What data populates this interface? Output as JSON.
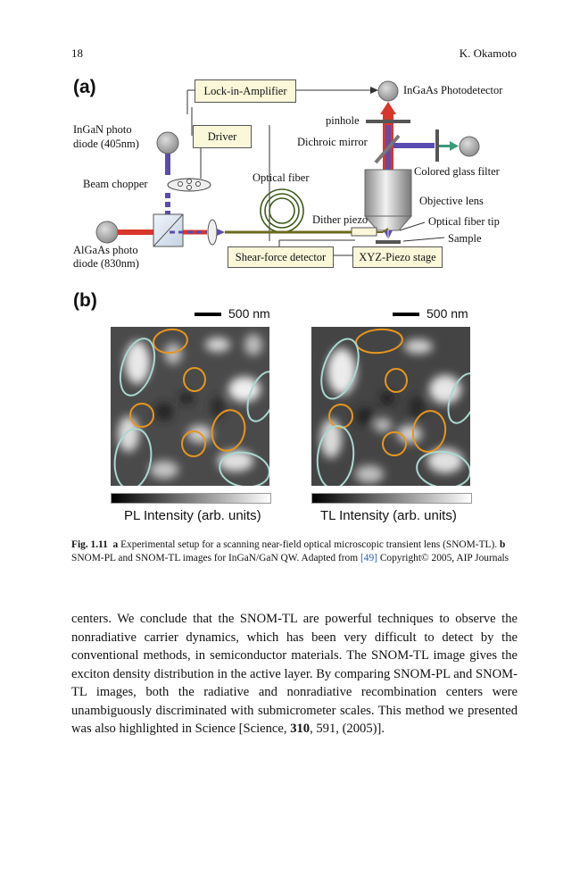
{
  "header": {
    "page_number": "18",
    "author": "K. Okamoto"
  },
  "figure": {
    "panel_a": {
      "letter": "(a)",
      "boxes": {
        "lock_in": "Lock-in-Amplifier",
        "driver": "Driver",
        "shear_force": "Shear-force detector",
        "xyz_stage": "XYZ-Piezo stage"
      },
      "labels": {
        "ingaas": "InGaAs Photodetector",
        "pinhole": "pinhole",
        "dichroic": "Dichroic mirror",
        "colored_filter": "Colored glass filter",
        "objective": "Objective lens",
        "fiber_tip": "Optical fiber tip",
        "sample": "Sample",
        "optical_fiber": "Optical fiber",
        "dither": "Dither piezo",
        "ingan_line1": "InGaN photo",
        "ingan_line2": "diode (405nm)",
        "chopper": "Beam chopper",
        "algaas_line1": "AlGaAs photo",
        "algaas_line2": "diode (830nm)"
      },
      "colors": {
        "red_beam": "#d9362b",
        "blue_beam": "#5a4bb0",
        "green_beam": "#3a9a7a",
        "box_fill": "#fbf8da"
      }
    },
    "panel_b": {
      "letter": "(b)",
      "scale_bar_left": "500 nm",
      "scale_bar_right": "500 nm",
      "colorbar_left": "PL Intensity (arb. units)",
      "colorbar_right": "TL Intensity (arb. units)",
      "ellipse_colors": {
        "orange": "#e8961e",
        "cyan": "#a8d8d0"
      }
    }
  },
  "caption": {
    "label": "Fig. 1.11",
    "a_letter": "a",
    "a_text": "Experimental setup for a scanning near-field optical microscopic transient lens (SNOM-TL).",
    "b_letter": "b",
    "b_text": "SNOM-PL and SNOM-TL images for InGaN/GaN QW. Adapted from",
    "ref": "[49]",
    "copyright": "Copyright© 2005, AIP Journals"
  },
  "body": {
    "text_before_bold": "centers. We conclude that the SNOM-TL are powerful techniques to observe the nonradiative carrier dynamics, which has been very difficult to detect by the conventional methods, in semiconductor materials. The SNOM-TL image gives the exciton density distribution in the active layer. By comparing SNOM-PL and SNOM-TL images, both the radiative and nonradiative recombination centers were unambiguously discriminated with submicrometer scales. This method we presented was also highlighted in Science [Science, ",
    "bold_volume": "310",
    "text_after_bold": ", 591, (2005)]."
  }
}
